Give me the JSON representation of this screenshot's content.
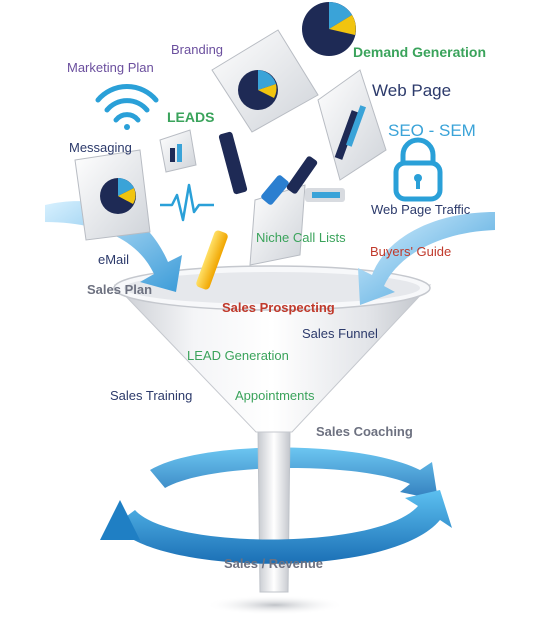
{
  "labels": {
    "branding": "Branding",
    "marketing_plan": "Marketing Plan",
    "demand_generation": "Demand Generation",
    "web_page": "Web Page",
    "leads": "LEADS",
    "seo_sem": "SEO - SEM",
    "messaging": "Messaging",
    "web_page_traffic": "Web Page Traffic",
    "niche_call_lists": "Niche Call Lists",
    "buyers_guide": "Buyers' Guide",
    "email": "eMail",
    "sales_plan": "Sales Plan",
    "sales_prospecting": "Sales Prospecting",
    "sales_funnel": "Sales Funnel",
    "lead_generation": "LEAD Generation",
    "sales_training": "Sales Training",
    "appointments": "Appointments",
    "sales_coaching": "Sales Coaching",
    "sales_revenue": "Sales / Revenue"
  },
  "icons": [
    "wifi-icon",
    "padlock-icon",
    "heartbeat-icon",
    "pie-chart-icon",
    "bar-chart-icon"
  ],
  "colors": {
    "purple": "#6b4f9e",
    "green": "#3aa35b",
    "navy": "#2c3a6b",
    "sky": "#3aa3d8",
    "red": "#c0392b",
    "gray_bold": "#6d7180",
    "arrow_blue": "#2a8ccf"
  }
}
